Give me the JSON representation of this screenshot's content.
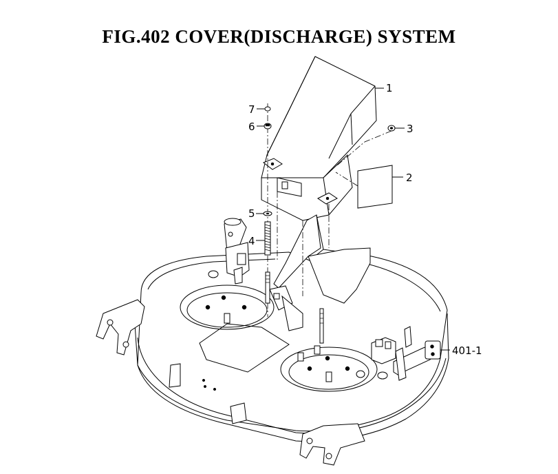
{
  "title": "FIG.402  COVER(DISCHARGE) SYSTEM",
  "callouts": [
    {
      "id": "c1",
      "label": "1"
    },
    {
      "id": "c2",
      "label": "2"
    },
    {
      "id": "c3",
      "label": "3"
    },
    {
      "id": "c4",
      "label": "4"
    },
    {
      "id": "c5",
      "label": "5"
    },
    {
      "id": "c6",
      "label": "6"
    },
    {
      "id": "c7",
      "label": "7"
    },
    {
      "id": "c401",
      "label": "401-1"
    }
  ]
}
